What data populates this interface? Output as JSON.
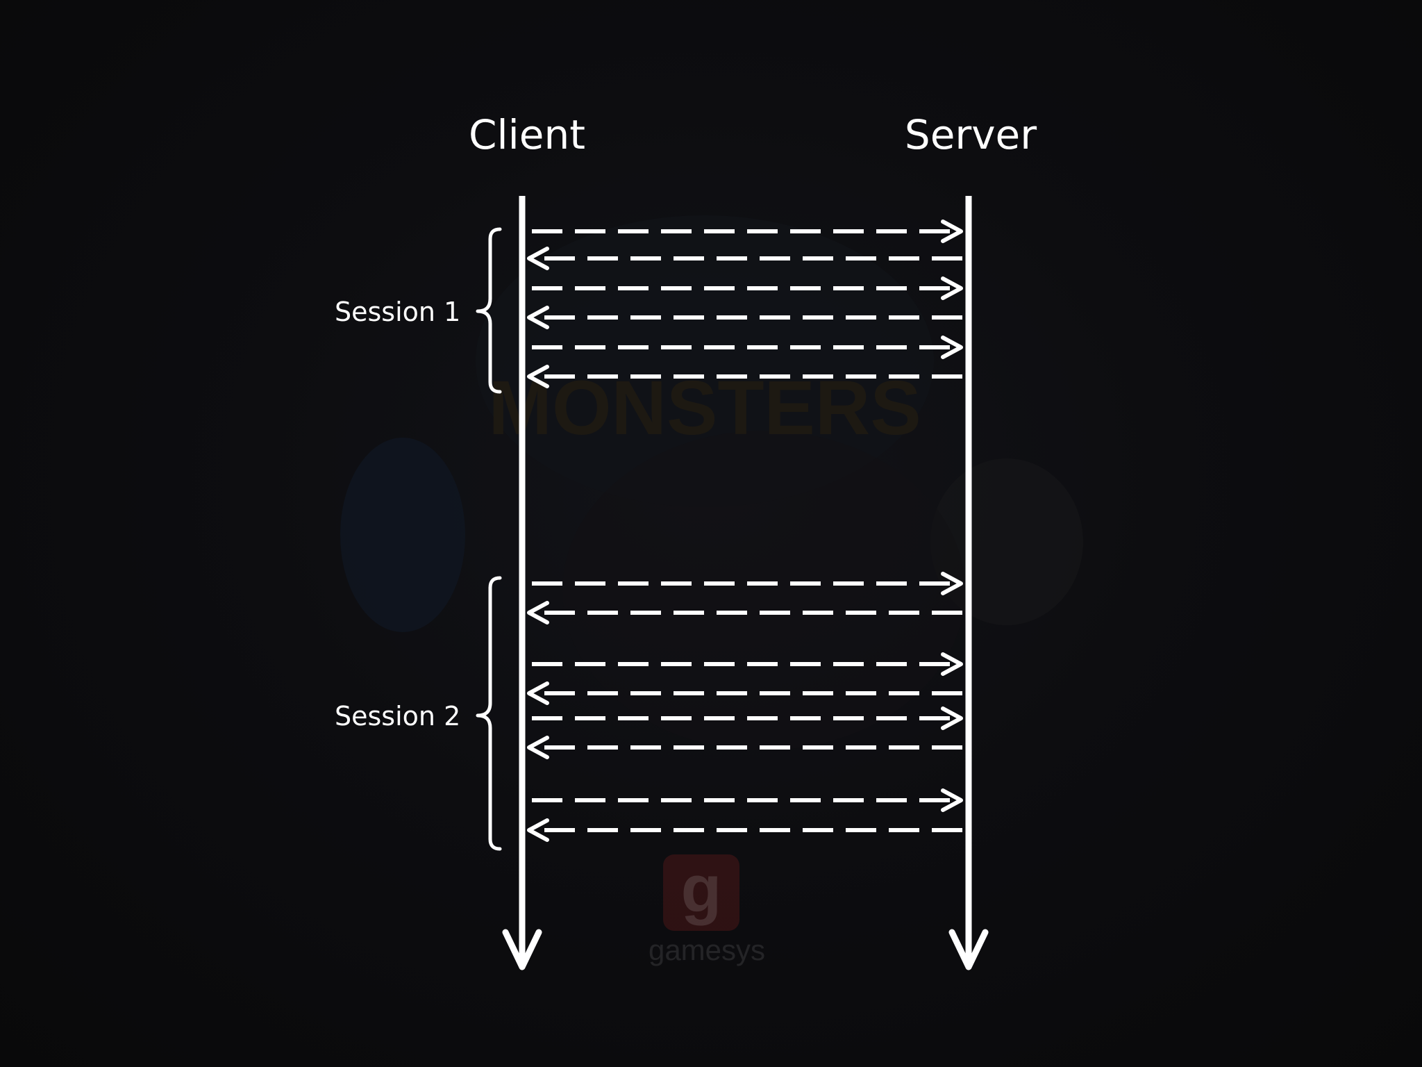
{
  "diagram": {
    "client_label": "Client",
    "server_label": "Server",
    "sessions": [
      {
        "label": "Session 1",
        "messages": [
          "to-server",
          "to-client",
          "to-server",
          "to-client",
          "to-server",
          "to-client"
        ]
      },
      {
        "label": "Session 2",
        "messages": [
          "to-server",
          "to-client",
          "to-server",
          "to-client",
          "to-server",
          "to-client",
          "to-server",
          "to-client"
        ]
      }
    ]
  },
  "watermark": {
    "game_title": "MONSTERS",
    "brand": "gamesys",
    "brand_initial": "g"
  },
  "colors": {
    "background": "#0b0b0c",
    "foreground": "#ffffff",
    "brand_red": "#8a1f1f"
  }
}
